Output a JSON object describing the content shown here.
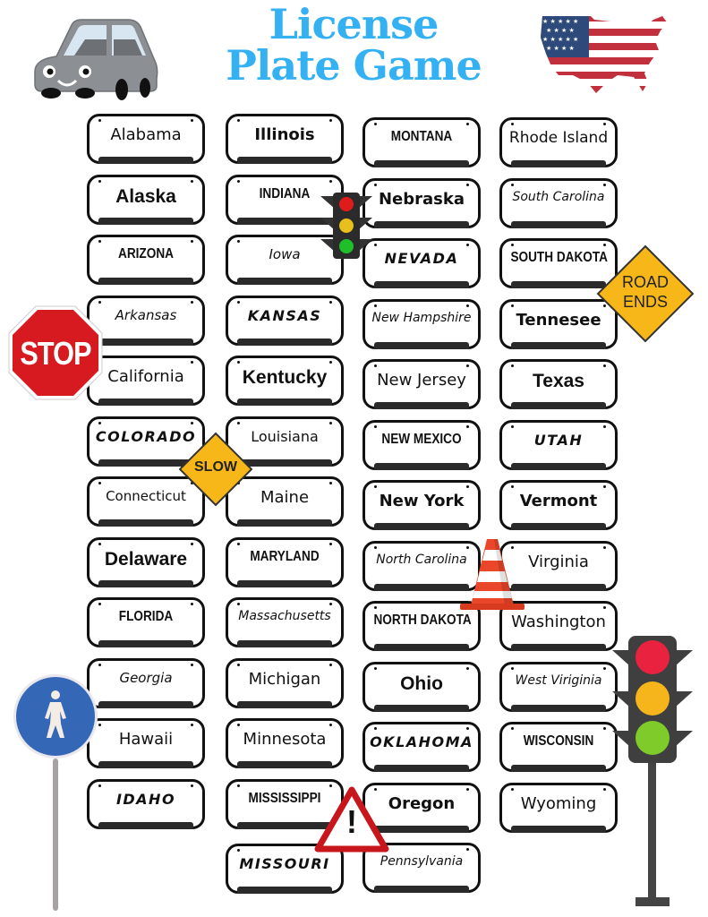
{
  "header": {
    "title_line1": "License",
    "title_line2": "Plate Game"
  },
  "colors": {
    "title": "#33b1f2",
    "plate_border": "#111111",
    "plate_bar": "#2a2a2a",
    "stop_red": "#d71920",
    "warning_yellow": "#f7b718",
    "pedestrian_blue": "#3567b7",
    "traffic_red": "#e8223f",
    "traffic_yellow": "#f7b51c",
    "traffic_green": "#7ecb2a"
  },
  "plates": {
    "col1": [
      "Alabama",
      "Alaska",
      "ARIZONA",
      "Arkansas",
      "California",
      "COLORADO",
      "Connecticut",
      "Delaware",
      "FLORIDA",
      "Georgia",
      "Hawaii",
      "IDAHO"
    ],
    "col2": [
      "Illinois",
      "INDIANA",
      "Iowa",
      "KANSAS",
      "Kentucky",
      "Louisiana",
      "Maine",
      "MARYLAND",
      "Massachusetts",
      "Michigan",
      "Minnesota",
      "MISSISSIPPI",
      "MISSOURI"
    ],
    "col3": [
      "MONTANA",
      "Nebraska",
      "NEVADA",
      "New Hampshire",
      "New Jersey",
      "NEW MEXICO",
      "New York",
      "North Carolina",
      "NORTH DAKOTA",
      "Ohio",
      "OKLAHOMA",
      "Oregon",
      "Pennsylvania"
    ],
    "col4": [
      "Rhode Island",
      "South Carolina",
      "SOUTH DAKOTA",
      "Tennesee",
      "Texas",
      "UTAH",
      "Vermont",
      "Virginia",
      "Washington",
      "West Viriginia",
      "WISCONSIN",
      "Wyoming"
    ]
  },
  "signs": {
    "stop": "STOP",
    "slow": "SLOW",
    "road_ends_line1": "ROAD",
    "road_ends_line2": "ENDS",
    "warning": "!"
  },
  "icons": [
    "car-icon",
    "us-flag-map-icon",
    "traffic-light-icon",
    "stop-sign-icon",
    "slow-sign-icon",
    "road-ends-sign-icon",
    "traffic-cone-icon",
    "pedestrian-sign-icon",
    "warning-triangle-icon"
  ]
}
